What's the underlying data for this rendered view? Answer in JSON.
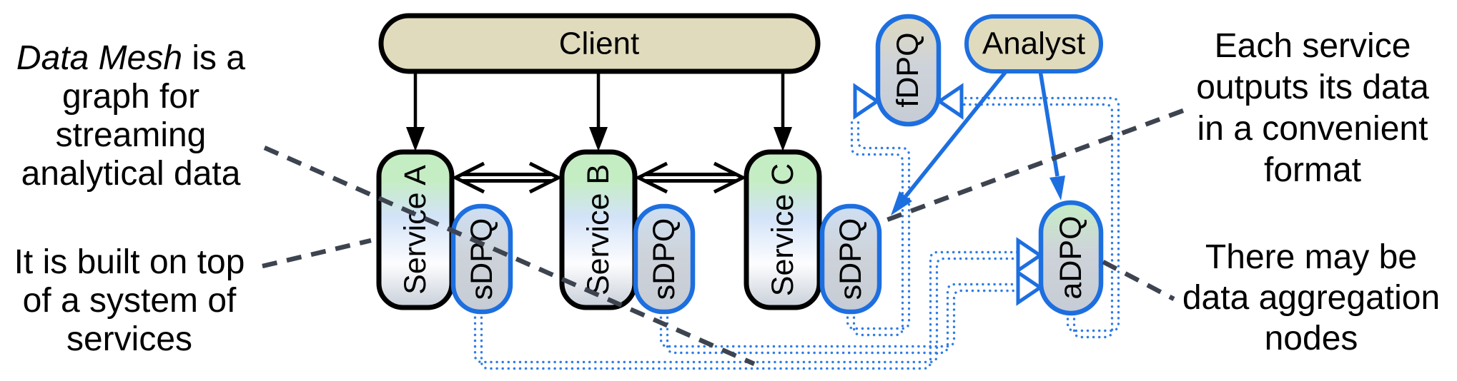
{
  "colors": {
    "blue": "#1d6fe0",
    "dotted_blue": "#2f7ce6",
    "black": "#000000",
    "dash_gray": "#3d4450",
    "tan_fill": "#e0dbbd",
    "service_green": "#c5edc3",
    "service_blue": "#d3e3f8",
    "service_white": "#fdfdfe",
    "service_gray": "#c8cfd9",
    "sdpq_blue_top": "#cfdff2",
    "dpq_gray_mid": "#ced3da",
    "dpq_gray_bottom": "#c6ccd5",
    "fdpq_tan_top": "#ded9bd",
    "adpq_green_top": "#c6edc4"
  },
  "nodes": {
    "client": {
      "label": "Client"
    },
    "analyst": {
      "label": "Analyst"
    },
    "services": [
      {
        "label": "Service A",
        "dpq": "sDPQ"
      },
      {
        "label": "Service B",
        "dpq": "sDPQ"
      },
      {
        "label": "Service C",
        "dpq": "sDPQ"
      }
    ],
    "fdpq": {
      "label": "fDPQ"
    },
    "adpq": {
      "label": "aDPQ"
    }
  },
  "annotations": {
    "data_mesh": {
      "italic": "Data Mesh",
      "line1_rest": " is a",
      "line2": "graph for",
      "line3": "streaming",
      "line4": "analytical data"
    },
    "built_on": {
      "line1": "It is built on top",
      "line2": "of a system of",
      "line3": "services"
    },
    "each_service": {
      "line1": "Each service",
      "line2": "outputs its data",
      "line3": "in a convenient",
      "line4": "format"
    },
    "aggregation": {
      "line1": "There may be",
      "line2": "data aggregation",
      "line3": "nodes"
    }
  }
}
